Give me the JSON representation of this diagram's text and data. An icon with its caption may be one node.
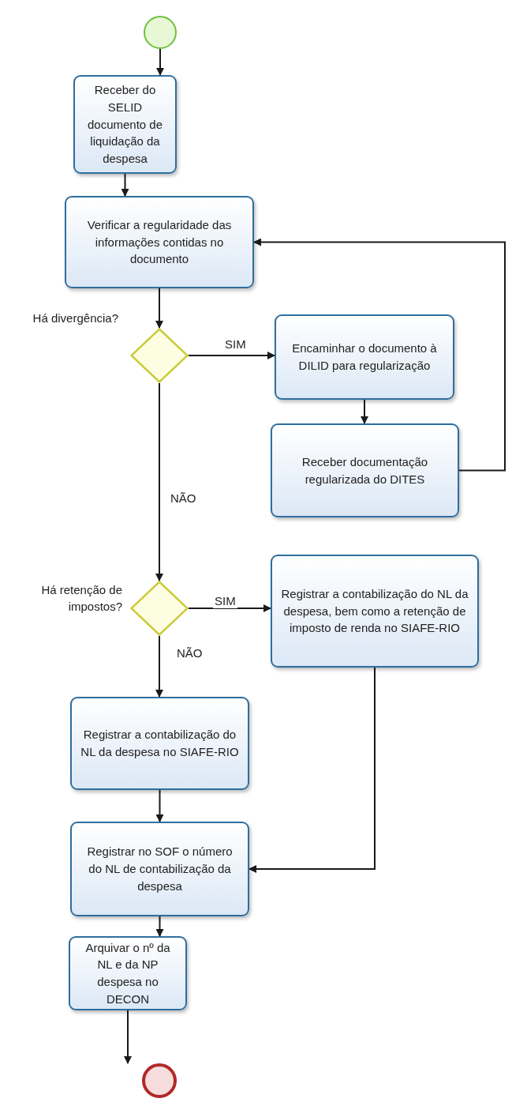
{
  "diagram": {
    "nodes": [
      {
        "text": [],
        "shape": "circle"
      },
      {
        "text": [
          "Receber do SELID documento de liquidação da despesa"
        ]
      },
      {
        "text": [
          "Verificar a regularidade das informações contidas no documento"
        ]
      },
      {
        "text": [
          "Há divergência?"
        ]
      },
      {
        "text": [
          "Encaminhar o documento à DILID para regularização"
        ]
      },
      {
        "text": [
          "Receber documentação regularizada do DITES"
        ]
      },
      {
        "text": [
          "Há retenção de impostos?"
        ]
      },
      {
        "text": [
          "Registrar a contabilização do NL da despesa, bem como a retenção de imposto de renda no SIAFE-RIO"
        ]
      },
      {
        "text": [
          "Registrar a contabilização do NL da despesa no SIAFE-RIO"
        ]
      },
      {
        "text": [
          "Registrar no SOF o número do NL de contabilização da despesa"
        ]
      },
      {
        "text": [
          "Arquivar o nº da NL e da NP despesa no DECON"
        ]
      },
      {
        "text": [],
        "shape": "circle"
      }
    ],
    "edges": [
      {
        "from": 0,
        "to": 1,
        "arrow": "to"
      },
      {
        "from": 1,
        "to": 2,
        "arrow": "to"
      },
      {
        "from": 2,
        "to": 3,
        "arrow": "to"
      },
      {
        "from": 3,
        "to": 4,
        "arrow": "to",
        "label": "SIM"
      },
      {
        "from": 4,
        "to": 5,
        "arrow": "to"
      },
      {
        "from": 5,
        "to": 2,
        "arrow": "to"
      },
      {
        "from": 3,
        "to": 6,
        "arrow": "to",
        "label": "NÃO"
      },
      {
        "from": 6,
        "to": 7,
        "arrow": "to",
        "label": "SIM"
      },
      {
        "from": 6,
        "to": 8,
        "arrow": "to",
        "label": "NÃO"
      },
      {
        "from": 8,
        "to": 9,
        "arrow": "to"
      },
      {
        "from": 7,
        "to": 9,
        "arrow": "to"
      },
      {
        "from": 9,
        "to": 10,
        "arrow": "to"
      },
      {
        "from": 10,
        "to": 11,
        "arrow": "to"
      }
    ]
  }
}
